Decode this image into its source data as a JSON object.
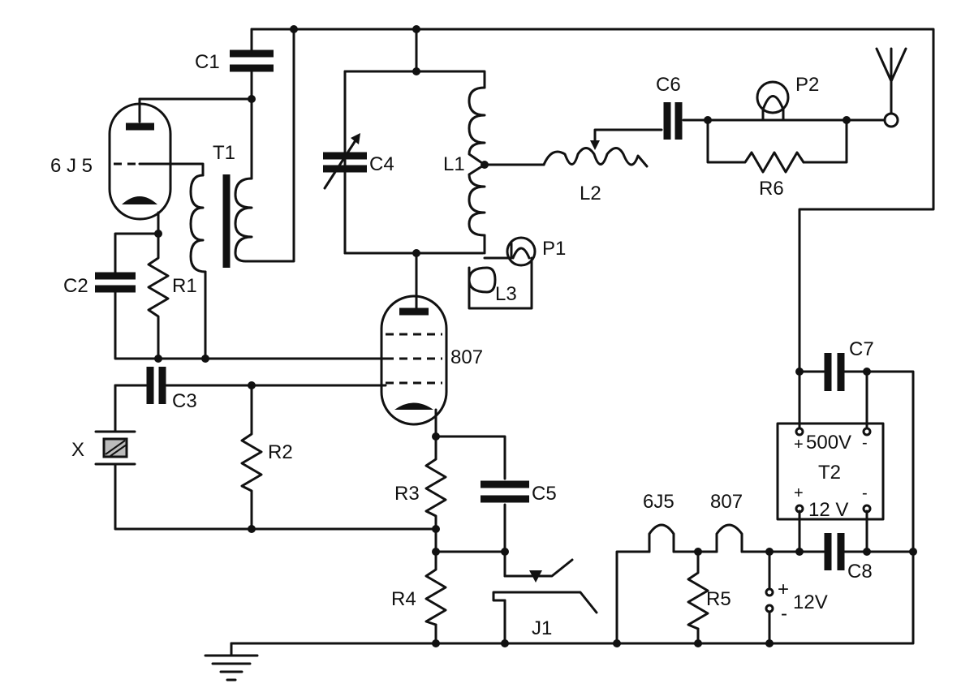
{
  "labels": {
    "c1": "C1",
    "c2": "C2",
    "c3": "C3",
    "c4": "C4",
    "c5": "C5",
    "c6": "C6",
    "c7": "C7",
    "c8": "C8",
    "tube1": "6 J 5",
    "t1": "T1",
    "r1": "R1",
    "r2": "R2",
    "r3": "R3",
    "r4": "R4",
    "r5": "R5",
    "r6": "R6",
    "l1": "L1",
    "l2": "L2",
    "l3": "L3",
    "p1": "P1",
    "p2": "P2",
    "tube2": "807",
    "x": "X",
    "j1": "J1",
    "t2": "T2",
    "hv": "500V",
    "lv": "12 V",
    "fil_6j5": "6J5",
    "fil_807": "807",
    "battery": "12V",
    "plus": "+",
    "minus": "-"
  }
}
